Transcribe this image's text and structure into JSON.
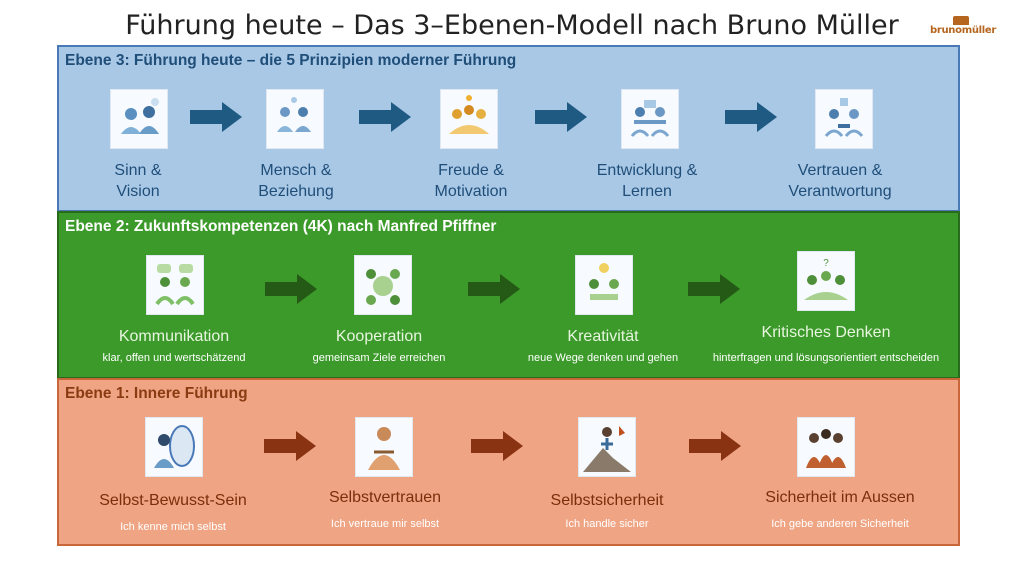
{
  "title": "Führung heute – Das 3–Ebenen-Modell nach Bruno Müller",
  "logo": {
    "name": "brunomüller"
  },
  "colors": {
    "arrow_blue": "#1f5a82",
    "arrow_green": "#245a16",
    "arrow_brown": "#8a3313"
  },
  "levels": {
    "level3": {
      "title": "Ebene 3: Führung heute – die 5 Prinzipien moderner Führung",
      "items": [
        {
          "line1": "Sinn &",
          "line2": "Vision",
          "icon": "vision-team-icon"
        },
        {
          "line1": "Mensch &",
          "line2": "Beziehung",
          "icon": "relationship-icon"
        },
        {
          "line1": "Freude &",
          "line2": "Motivation",
          "icon": "joy-icon"
        },
        {
          "line1": "Entwicklung &",
          "line2": "Lernen",
          "icon": "learning-icon"
        },
        {
          "line1": "Vertrauen &",
          "line2": "Verantwortung",
          "icon": "trust-icon"
        }
      ]
    },
    "level2": {
      "title": "Ebene 2: Zukunftskompetenzen (4K) nach Manfred Pfiffner",
      "items": [
        {
          "label": "Kommunikation",
          "sub": "klar, offen und wertschätzend",
          "icon": "communication-icon"
        },
        {
          "label": "Kooperation",
          "sub": "gemeinsam Ziele erreichen",
          "icon": "cooperation-icon"
        },
        {
          "label": "Kreativität",
          "sub": "neue Wege denken und gehen",
          "icon": "creativity-icon"
        },
        {
          "label": "Kritisches Denken",
          "sub": "hinterfragen und lösungsorientiert entscheiden",
          "icon": "critical-thinking-icon"
        }
      ]
    },
    "level1": {
      "title": "Ebene 1: Innere Führung",
      "items": [
        {
          "label": "Selbst-Bewusst-Sein",
          "sub": "Ich kenne mich selbst",
          "icon": "mirror-icon"
        },
        {
          "label": "Selbstvertrauen",
          "sub": "Ich vertraue mir selbst",
          "icon": "confident-person-icon"
        },
        {
          "label": "Selbstsicherheit",
          "sub": "Ich handle sicher",
          "icon": "climber-icon"
        },
        {
          "label": "Sicherheit im Aussen",
          "sub": "Ich gebe anderen Sicherheit",
          "icon": "group-icon"
        }
      ]
    }
  }
}
